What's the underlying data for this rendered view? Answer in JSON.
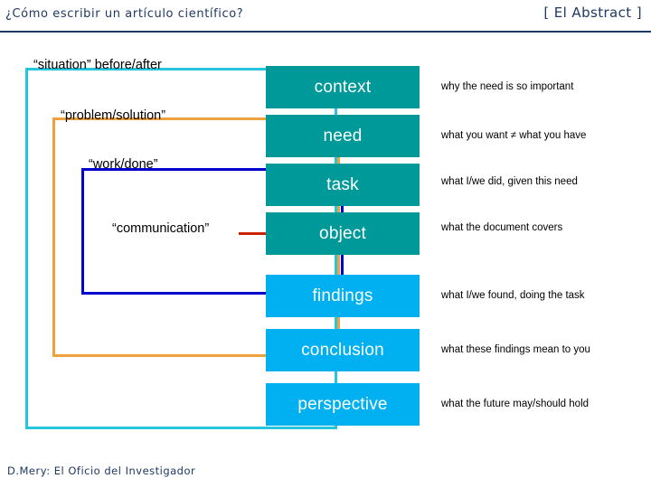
{
  "header": {
    "left_title": "¿Cómo escribir un artículo científico?",
    "right_title": "[ El Abstract ]"
  },
  "footer": {
    "credit": "D.Mery: El Oficio del Investigador"
  },
  "side_labels": [
    {
      "text": "“situation” before/after"
    },
    {
      "text": "“problem/solution”"
    },
    {
      "text": "“work/done”"
    },
    {
      "text": "“communication”"
    }
  ],
  "stages": [
    {
      "label": "context",
      "description": "why the need is so important"
    },
    {
      "label": "need",
      "description": "what you want ≠ what you have"
    },
    {
      "label": "task",
      "description": "what I/we did, given this need"
    },
    {
      "label": "object",
      "description": "what the document covers"
    },
    {
      "label": "findings",
      "description": "what I/we found, doing the task"
    },
    {
      "label": "conclusion",
      "description": "what these findings mean to you"
    },
    {
      "label": "perspective",
      "description": "what the future may/should hold"
    }
  ],
  "colors": {
    "header_text": "#1f3864",
    "stage_teal": "#009999",
    "stage_cyan": "#00b0f0",
    "frame_cyan": "#25c6dd",
    "frame_orange": "#efa23c",
    "frame_blue": "#0000cc",
    "connector_red": "#cc2200"
  }
}
